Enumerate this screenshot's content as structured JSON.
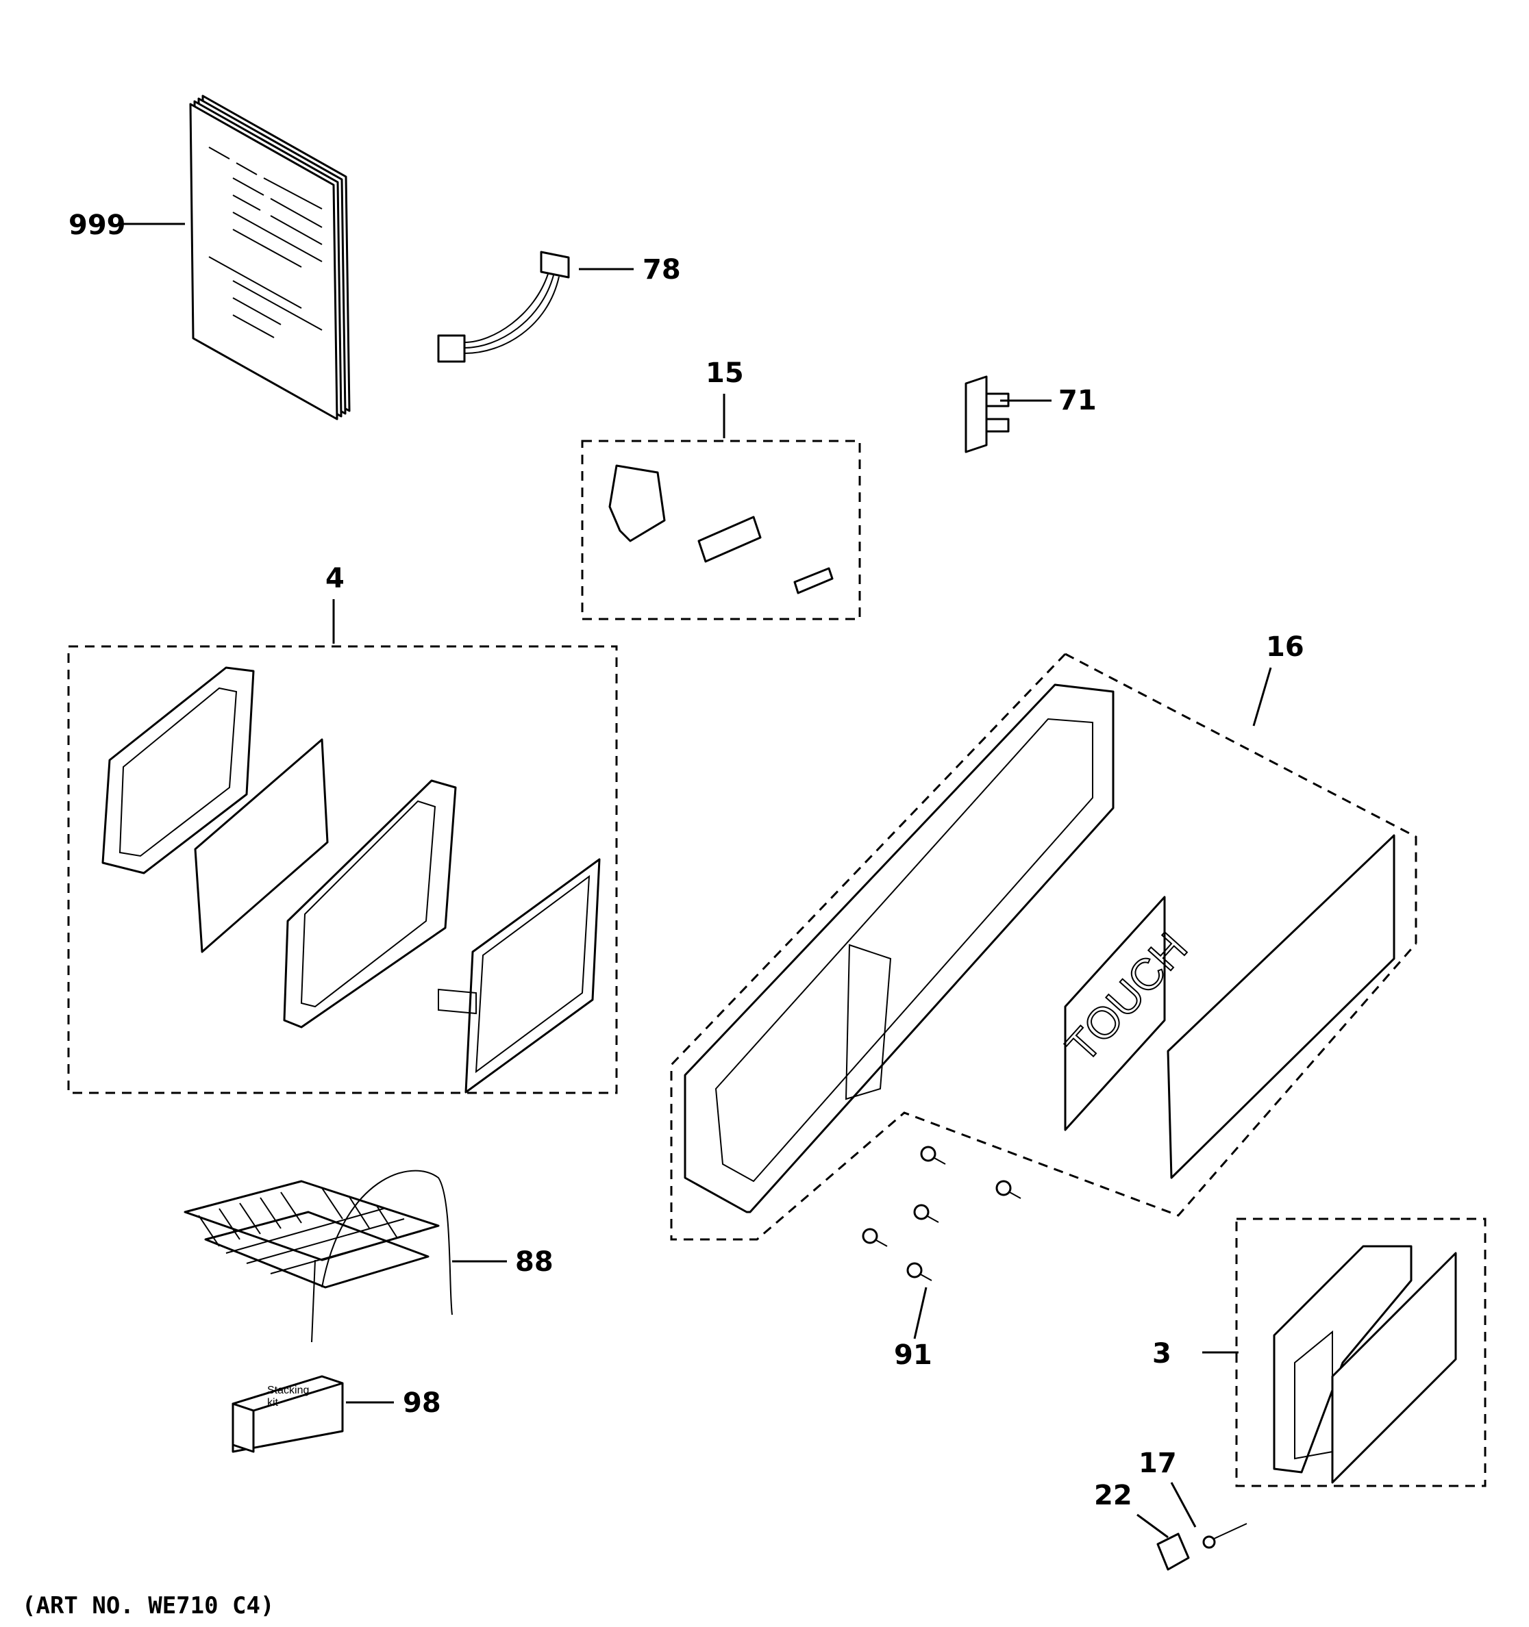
{
  "callouts": {
    "c999": "999",
    "c78": "78",
    "c15": "15",
    "c71": "71",
    "c4": "4",
    "c16": "16",
    "c88": "88",
    "c98": "98",
    "c91": "91",
    "c3": "3",
    "c17": "17",
    "c22": "22"
  },
  "stacking_kit_label": [
    "Stacking",
    "kit"
  ],
  "touch_label": "TOUCH",
  "art_number": "(ART NO. WE710 C4)"
}
